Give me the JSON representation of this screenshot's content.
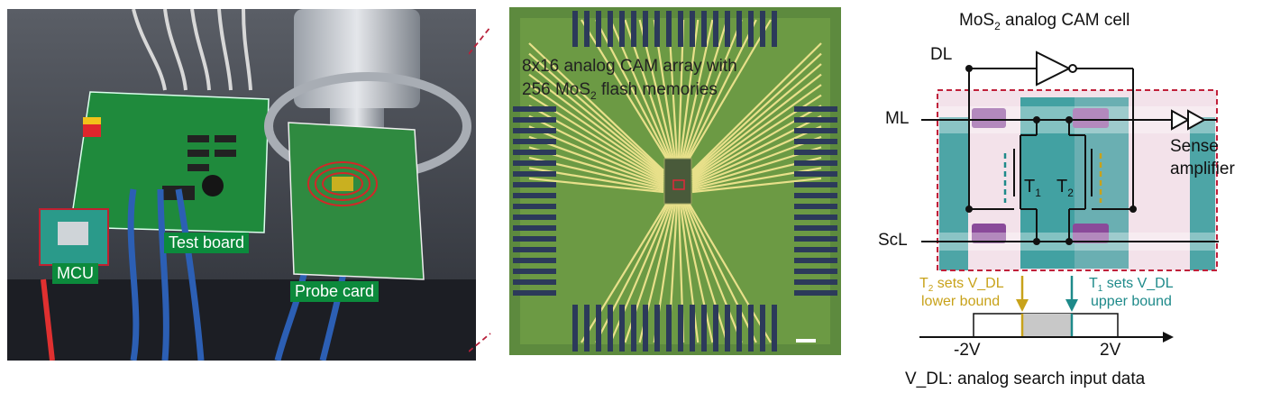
{
  "photo_setup": {
    "test_board_label": "Test board",
    "mcu_label": "MCU",
    "probe_card_label": "Probe card"
  },
  "photo_chip": {
    "caption_line1": "8x16 analog CAM array with",
    "caption_line2_pre": "256 MoS",
    "caption_line2_sub": "2",
    "caption_line2_post": " flash memories"
  },
  "schematic": {
    "title_pre": "MoS",
    "title_sub": "2",
    "title_post": " analog CAM cell",
    "dl_label": "DL",
    "ml_label": "ML",
    "scl_label": "ScL",
    "sense_line1": "Sense",
    "sense_line2": "amplifier",
    "t1_label": "T",
    "t1_sub": "1",
    "t2_label": "T",
    "t2_sub": "2",
    "t2_note_line1_pre": "T",
    "t2_note_line1_sub": "2",
    "t2_note_line1_post": " sets V_DL",
    "t2_note_line2": "lower bound",
    "t1_note_line1_pre": "T",
    "t1_note_line1_sub": "1",
    "t1_note_line1_post": " sets V_DL",
    "t1_note_line2": "upper bound",
    "axis_min": "-2V",
    "axis_max": "2V",
    "bottom_caption": "V_DL: analog search input data",
    "colors": {
      "lower_bound": "#c8a21a",
      "upper_bound": "#1e8a8a",
      "frame": "#c0203a",
      "teal_fill": "#2f9a9a",
      "purple_fill": "#8a4a9a"
    }
  }
}
